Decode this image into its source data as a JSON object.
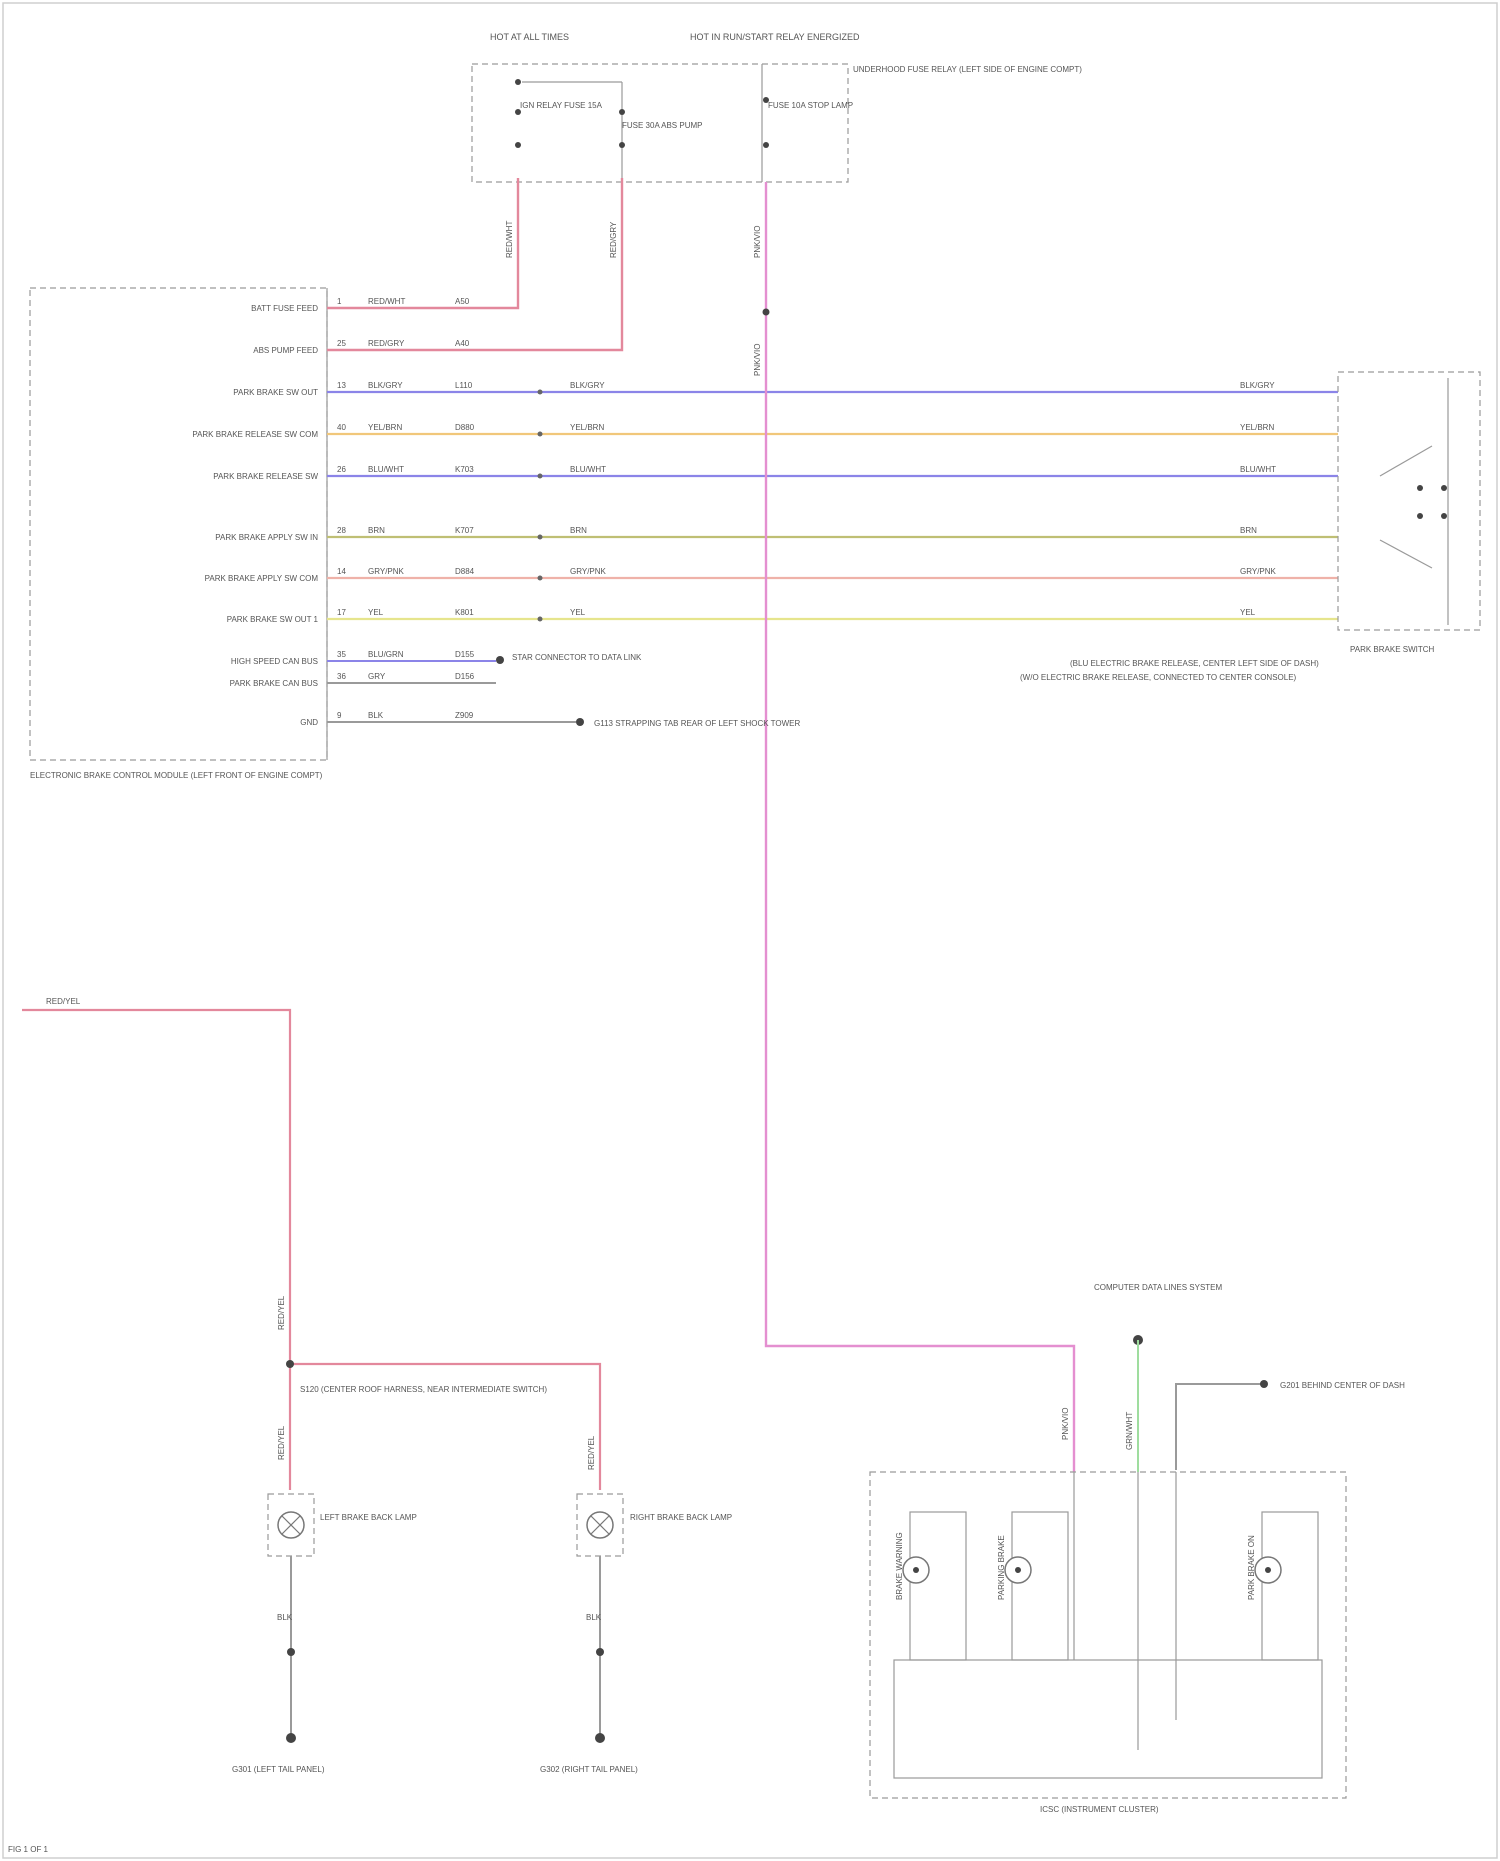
{
  "fuse_box": {
    "title_left": "HOT AT ALL TIMES",
    "title_right": "HOT IN RUN/START RELAY ENERGIZED",
    "side_label": "UNDERHOOD FUSE RELAY (LEFT SIDE OF ENGINE COMPT)",
    "fuses": [
      "IGN RELAY FUSE 15A",
      "FUSE 30A ABS PUMP",
      "FUSE 10A STOP LAMP"
    ]
  },
  "module": {
    "label": "ELECTRONIC BRAKE CONTROL MODULE (LEFT FRONT OF ENGINE COMPT)",
    "pins": [
      {
        "pin": "1",
        "name": "BATT FUSE FEED",
        "wire": "RED/WHT",
        "ckt": "A50"
      },
      {
        "pin": "25",
        "name": "ABS PUMP FEED",
        "wire": "RED/GRY",
        "ckt": "A40"
      },
      {
        "pin": "13",
        "name": "PARK BRAKE SW OUT",
        "wire": "BLK/GRY",
        "ckt": "L110"
      },
      {
        "pin": "40",
        "name": "PARK BRAKE RELEASE SW COM",
        "wire": "YEL/BRN",
        "ckt": "D880"
      },
      {
        "pin": "26",
        "name": "PARK BRAKE RELEASE SW",
        "wire": "BLU/WHT",
        "ckt": "K703"
      },
      {
        "pin": "28",
        "name": "PARK BRAKE APPLY SW IN",
        "wire": "BRN",
        "ckt": "K707"
      },
      {
        "pin": "14",
        "name": "PARK BRAKE APPLY SW COM",
        "wire": "GRY/PNK",
        "ckt": "D884"
      },
      {
        "pin": "17",
        "name": "PARK BRAKE SW OUT 1",
        "wire": "YEL",
        "ckt": "K801"
      },
      {
        "pin": "35",
        "name": "HIGH SPEED CAN BUS",
        "wire": "BLU/GRN",
        "ckt": "D155"
      },
      {
        "pin": "36",
        "name": "PARK BRAKE CAN BUS",
        "wire": "GRY",
        "ckt": "D156"
      },
      {
        "pin": "9",
        "name": "GND",
        "wire": "BLK",
        "ckt": "Z909"
      }
    ],
    "can_note": "STAR CONNECTOR TO DATA LINK",
    "ground_note": "G113 STRAPPING TAB REAR OF LEFT SHOCK TOWER"
  },
  "switch": {
    "label_1": "PARK BRAKE SWITCH",
    "label_2": "(BLU ELECTRIC BRAKE RELEASE, CENTER LEFT SIDE OF DASH)",
    "label_3": "(W/O ELECTRIC BRAKE RELEASE, CONNECTED TO CENTER CONSOLE)"
  },
  "lamps": {
    "feed_wire": "RED/YEL",
    "splice_label": "S120 (CENTER ROOF HARNESS, NEAR INTERMEDIATE SWITCH)",
    "left_lamp": "LEFT BRAKE BACK LAMP",
    "right_lamp": "RIGHT BRAKE BACK LAMP",
    "left_ground": "G301 (LEFT TAIL PANEL)",
    "right_ground": "G302 (RIGHT TAIL PANEL)",
    "ground_wire": "BLK"
  },
  "brake_cluster": {
    "top_label": "COMPUTER DATA LINES SYSTEM",
    "ground_note": "G201 BEHIND CENTER OF DASH",
    "label": "ICSC (INSTRUMENT CLUSTER)",
    "indicators": [
      "BRAKE WARNING",
      "PARKING BRAKE",
      "PARK BRAKE ON"
    ]
  },
  "footer": "FIG 1 OF 1",
  "wire_colors": {
    "red": "#e3889c",
    "pink": "#e48fd0",
    "blue": "#8b84e8",
    "yellow_orange": "#f1c77a",
    "olive": "#bfbf74",
    "peach": "#efb2a9",
    "yellow": "#e6e58d",
    "green": "#9fdd9f",
    "grey": "#9a9a9a"
  }
}
